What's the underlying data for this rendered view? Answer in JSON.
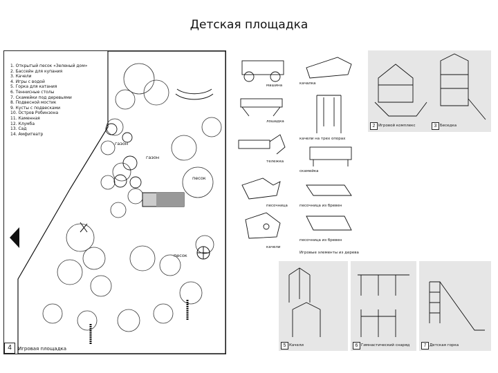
{
  "page_title": "Детская площадка",
  "plan": {
    "number": "4",
    "caption": "Игровая площадка",
    "legend": [
      "1. Открытый песок «Зеленый дом»",
      "2. Бассейн для купания",
      "3. Качели",
      "4. Игры с водой",
      "5. Горка для катания",
      "6. Теннисные столы",
      "7. Скамейки под деревьями",
      "8. Подвесной мостик",
      "9. Кусты с подвесками",
      "10. Остров Робинзона",
      "11. Каменная",
      "12. Клумба",
      "13. Сад",
      "14. Амфитеатр"
    ],
    "labels": {
      "lawn": "газон",
      "sand": "песок",
      "lawn2": "газон",
      "sand2": "песок"
    }
  },
  "toys": {
    "captions": [
      "машина",
      "лошадка",
      "тележка",
      "песочница",
      "качели"
    ]
  },
  "swings_panel": {
    "captions": [
      "качалка",
      "качели на трех опорах",
      "скамейка",
      "песочница из бревен",
      "песочница из бревен"
    ],
    "bottom": "Игровые элементы из дерева"
  },
  "towers": {
    "number_a": "2",
    "caption_a": "Игровой комплекс",
    "number_b": "3",
    "caption_b": "Беседка"
  },
  "bottom_row": {
    "panel5": {
      "number": "5",
      "caption": "Качели"
    },
    "panel6": {
      "number": "6",
      "caption": "Гимнастический снаряд"
    },
    "panel7": {
      "number": "7",
      "caption": "Детская горка"
    }
  }
}
